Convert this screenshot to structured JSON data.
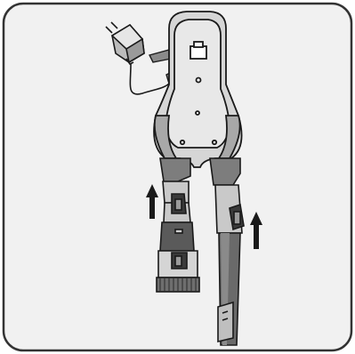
{
  "illustration": {
    "subject": "charger-adapter-and-wall-mount-with-accessory-tools",
    "arrows": [
      {
        "name": "left-tool-up-arrow",
        "direction": "up"
      },
      {
        "name": "right-tool-up-arrow",
        "direction": "up"
      }
    ]
  },
  "colors": {
    "frame_border": "#333333",
    "background": "#f1f1f1",
    "outline": "#1a1a1a",
    "part_light": "#d9d9d9",
    "part_mid": "#a8a8a8",
    "part_dark": "#5a5a5a",
    "brush": "#6e6e6e"
  }
}
